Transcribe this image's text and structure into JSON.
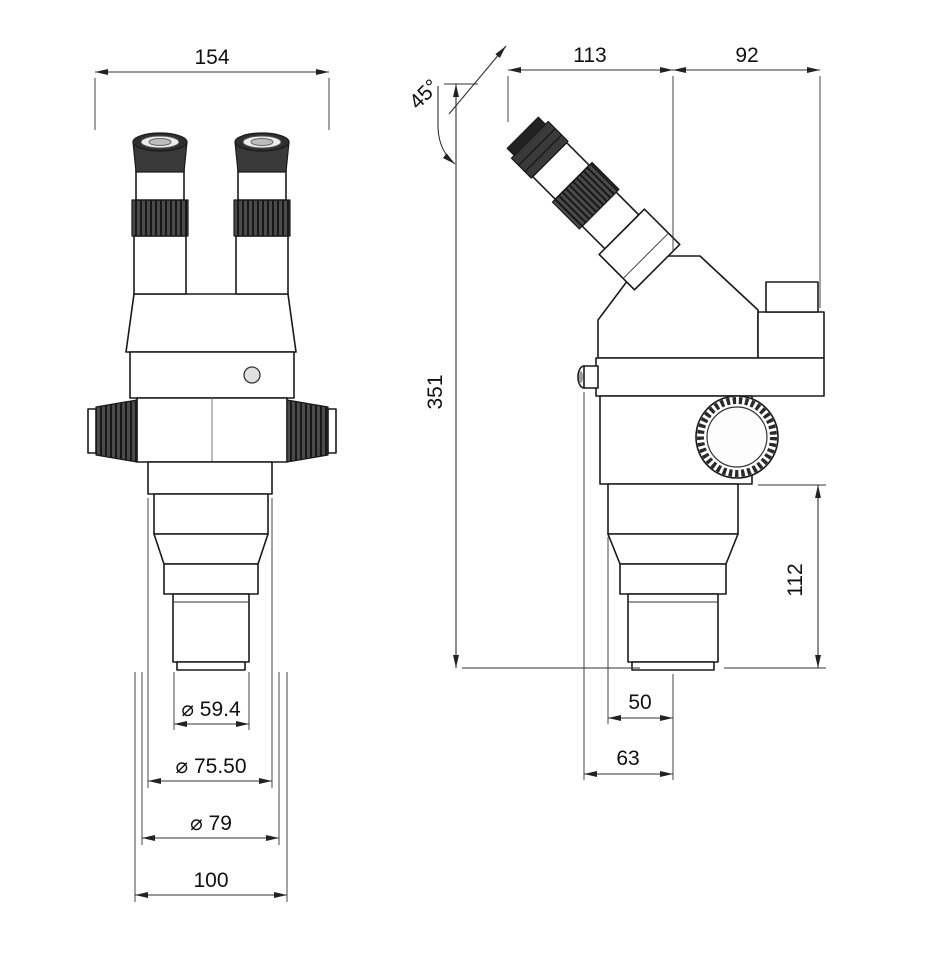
{
  "drawing": {
    "front_view": {
      "dim_width_top": "154",
      "dim_dia_inner": "⌀ 59.4",
      "dim_dia_mid": "⌀ 75.50",
      "dim_dia_outer": "⌀ 79",
      "dim_width_bottom": "100"
    },
    "side_view": {
      "dim_top_left": "113",
      "dim_top_right": "92",
      "dim_angle": "45°",
      "dim_height_total": "351",
      "dim_height_lower": "112",
      "dim_bottom_inner": "50",
      "dim_bottom_outer": "63"
    }
  }
}
